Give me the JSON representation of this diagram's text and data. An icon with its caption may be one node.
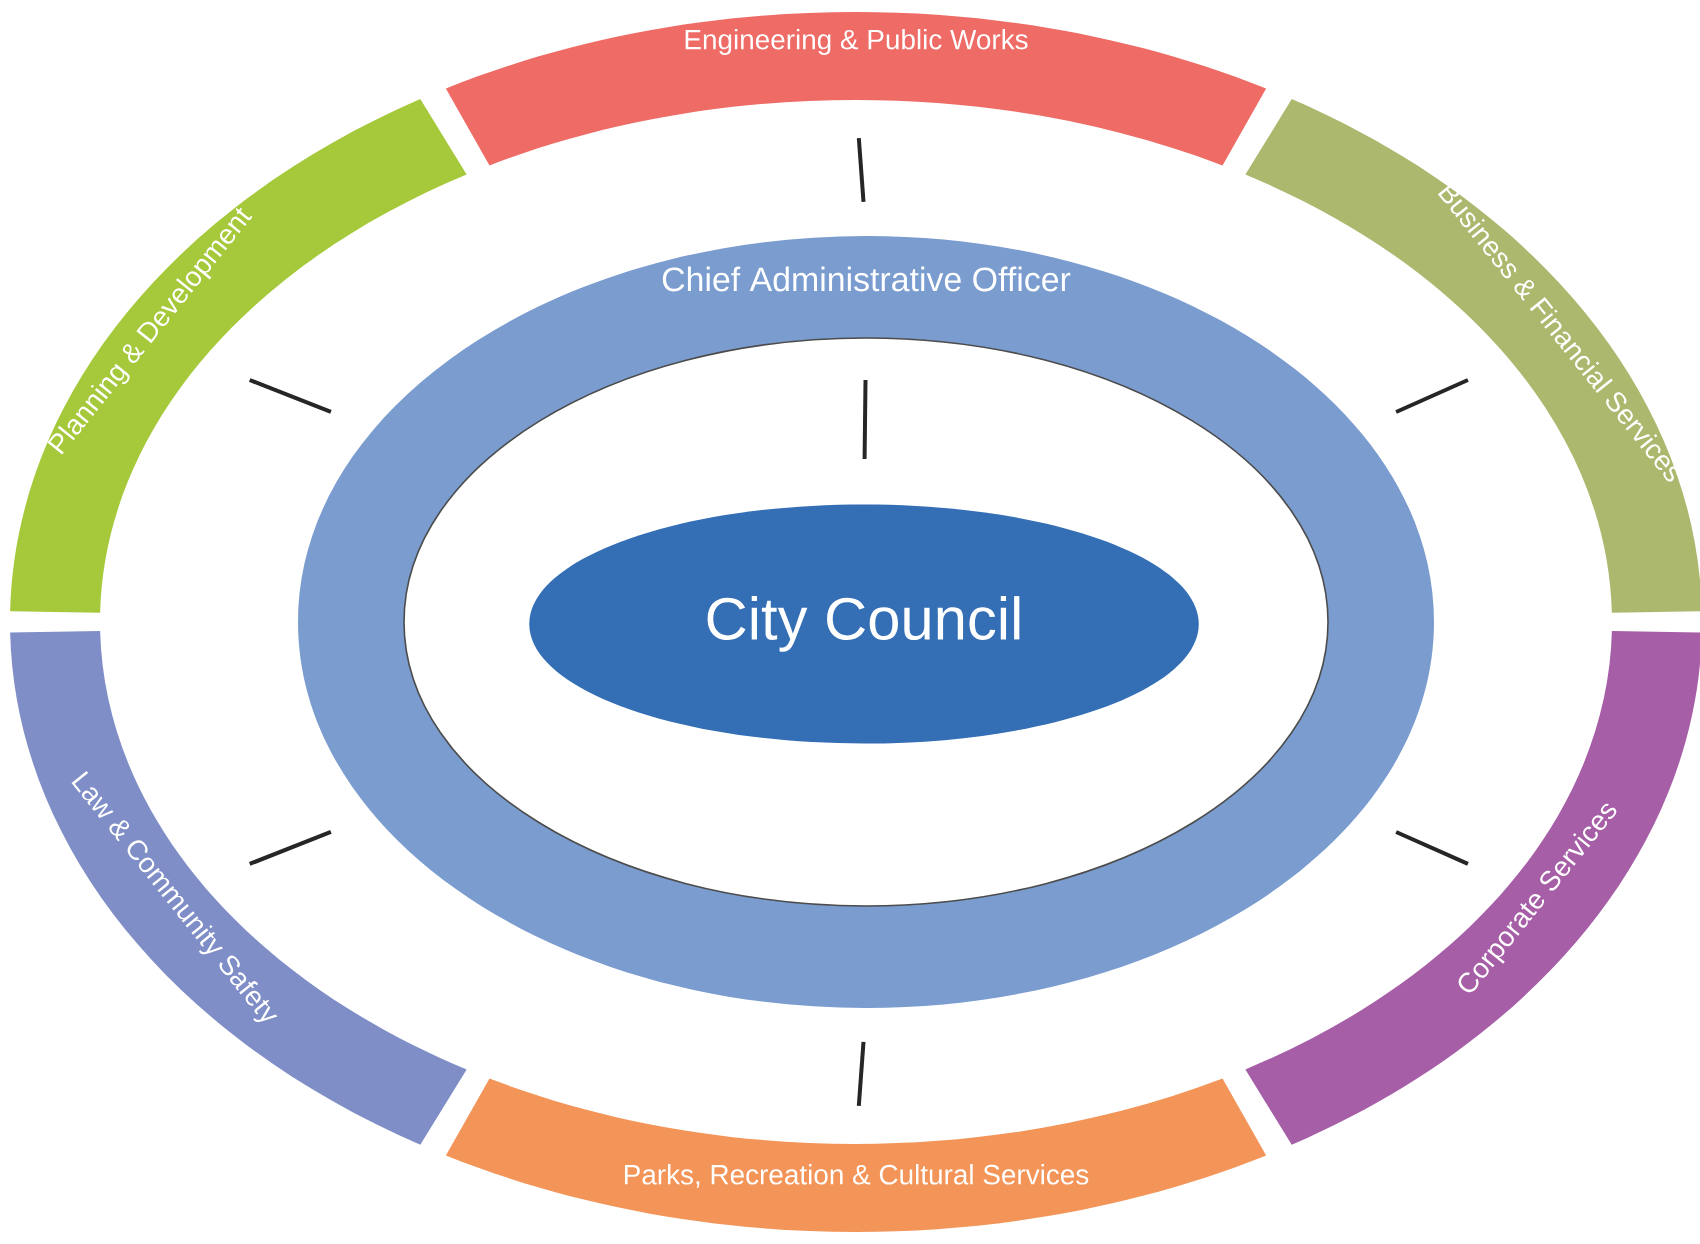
{
  "diagram": {
    "nodes": [
      {
        "text": [
          "Engineering & Public Works"
        ]
      },
      {
        "text": [
          "Planning & Development"
        ]
      },
      {
        "text": [
          "Business & Financial Services"
        ]
      },
      {
        "text": [
          "Chief Administrative Officer"
        ]
      },
      {
        "text": [
          "City Council"
        ],
        "in": 3
      },
      {
        "text": [
          "Law & Community Safety"
        ]
      },
      {
        "text": [
          "Corporate Services"
        ]
      },
      {
        "text": [
          "Parks, Recreation & Cultural Services"
        ]
      }
    ],
    "edges": [
      {
        "from": 3,
        "to": 0,
        "arrow": "none"
      },
      {
        "from": 3,
        "to": 1,
        "arrow": "none"
      },
      {
        "from": 3,
        "to": 2,
        "arrow": "none"
      },
      {
        "from": 3,
        "to": 4,
        "arrow": "none"
      },
      {
        "from": 3,
        "to": 5,
        "arrow": "none"
      },
      {
        "from": 3,
        "to": 6,
        "arrow": "none"
      },
      {
        "from": 3,
        "to": 7,
        "arrow": "none"
      }
    ]
  }
}
